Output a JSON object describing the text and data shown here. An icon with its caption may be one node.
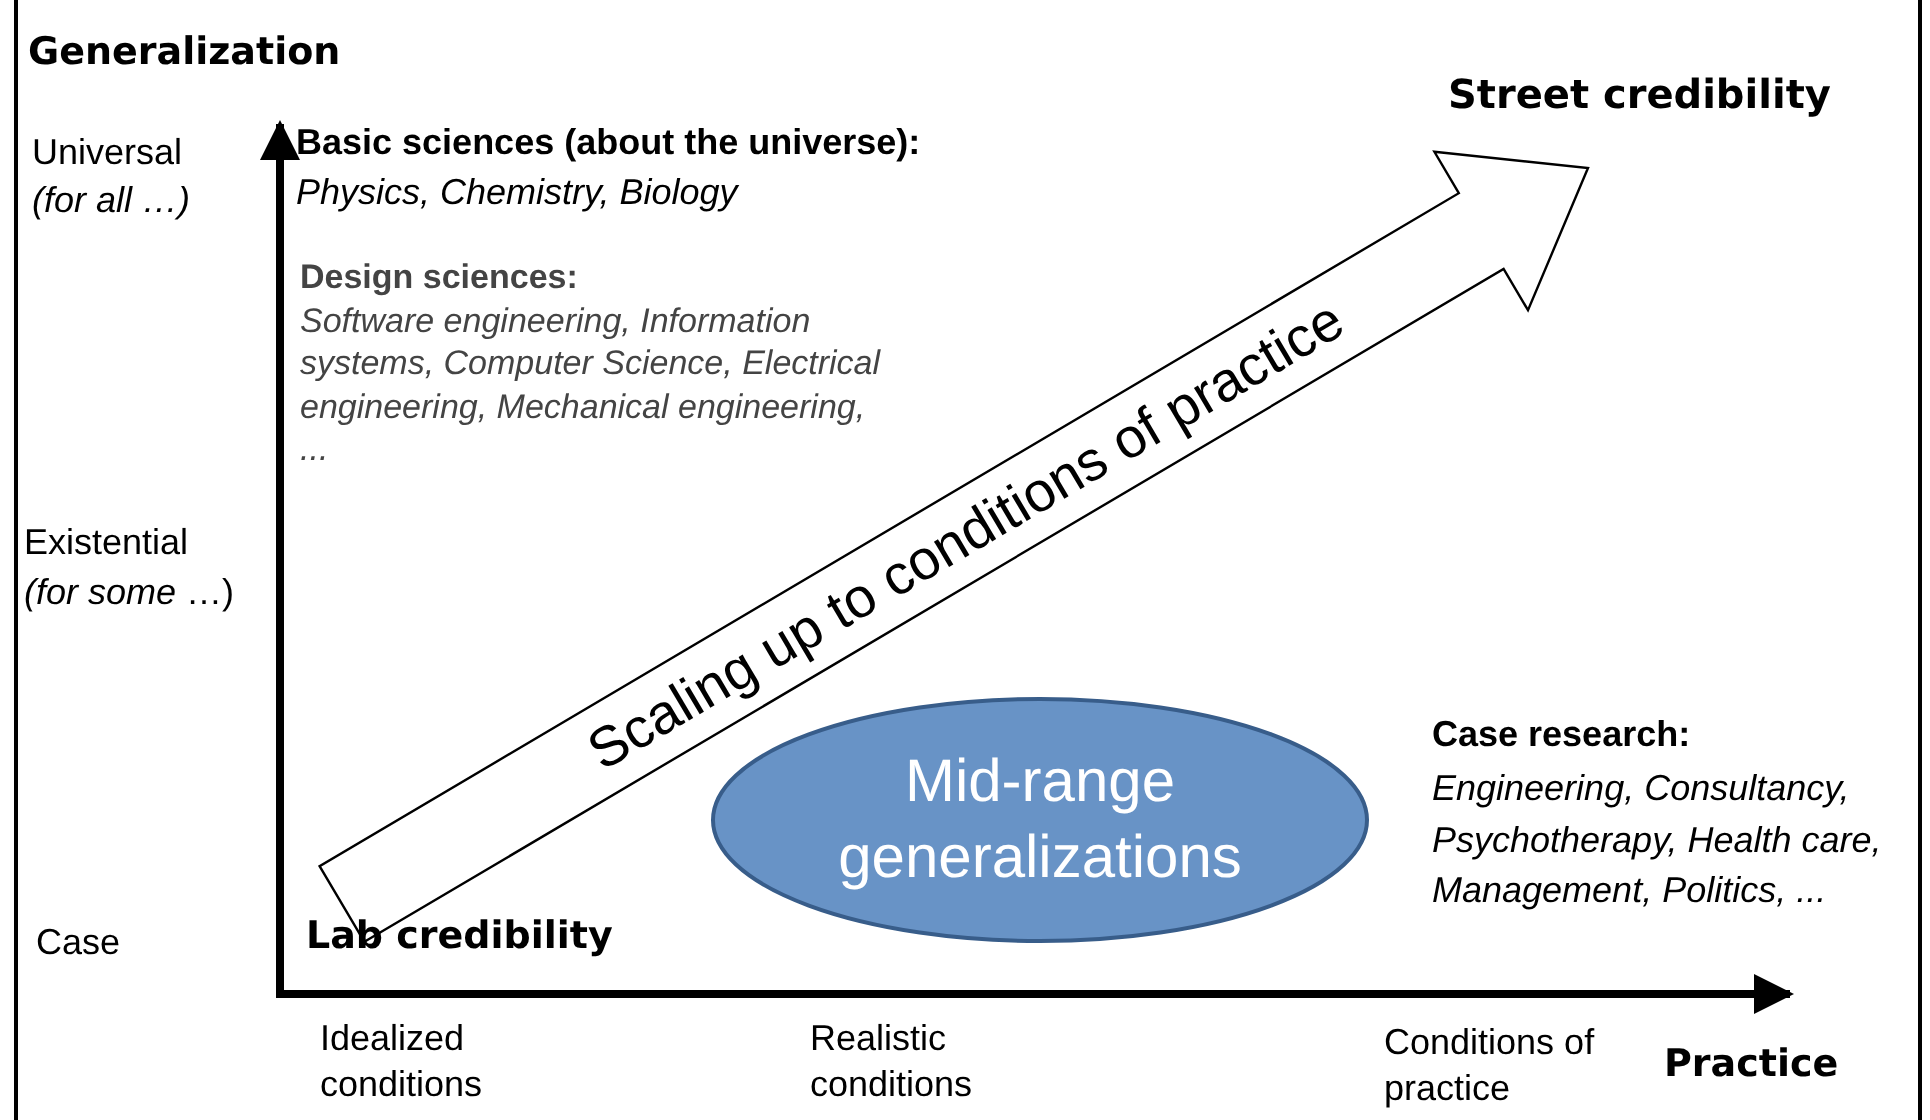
{
  "diagram": {
    "nodes": [
      {
        "text": [
          "Street credibility"
        ]
      },
      {
        "text": [
          "Lab credibility"
        ]
      },
      {
        "text": [
          "Mid-range generalizations"
        ]
      }
    ],
    "edges": [
      {
        "from": 1,
        "to": 0,
        "arrow": "to",
        "label": "Scaling up to conditions of practice"
      }
    ],
    "labels": [
      "Generalization",
      "Universal",
      "(for all  …)",
      "Basic sciences (about the universe):",
      "Physics, Chemistry, Biology",
      "Design sciences:",
      "Software engineering, Information systems, Computer Science, Electrical engineering, Mechanical engineering, ...",
      "Existential",
      "*(for some* …)",
      "Case research:",
      "Engineering, Consultancy, Psychotherapy, Health care,  Management, Politics, ...",
      "Case",
      "Idealized conditions",
      "Realistic conditions",
      "Conditions of practice",
      "Practice"
    ]
  }
}
